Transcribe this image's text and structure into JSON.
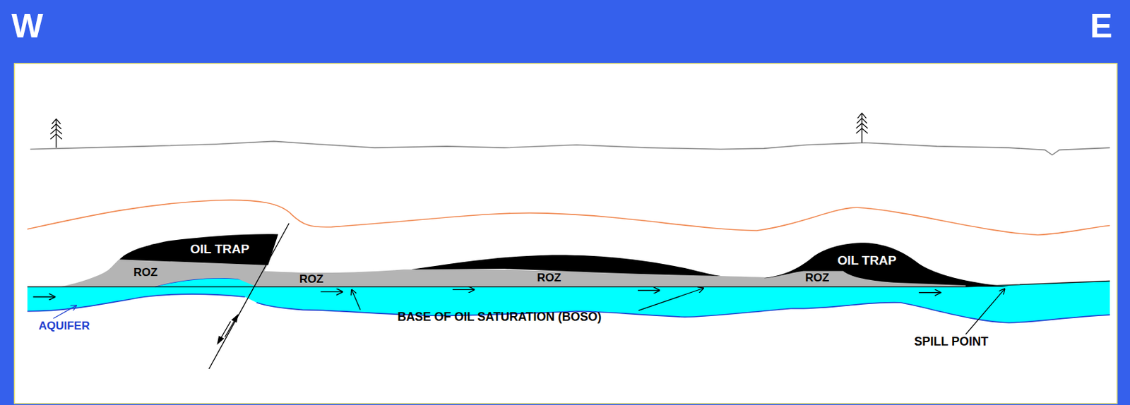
{
  "diagram": {
    "labels": [
      "W",
      "E",
      "OIL TRAP",
      "ROZ",
      "ROZ",
      "ROZ",
      "OIL TRAP",
      "ROZ",
      "AQUIFER",
      "BASE OF OIL SATURATION (BOSO)",
      "SPILL POINT"
    ]
  }
}
